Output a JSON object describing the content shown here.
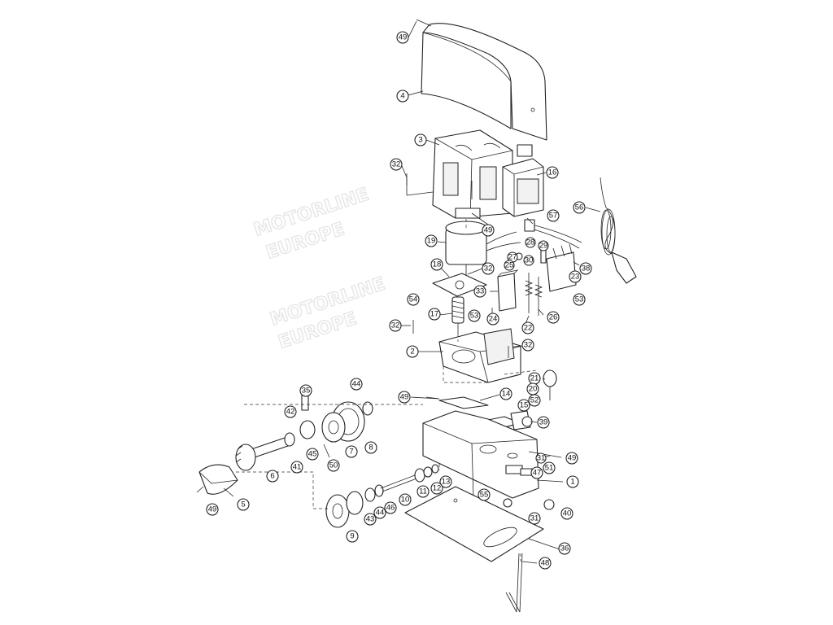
{
  "watermark": {
    "brand_line1": "MOTORLINE",
    "brand_line2": "EUROPE"
  },
  "callouts": {
    "c49a": "49",
    "c4": "4",
    "c3": "3",
    "c32a": "32",
    "c16": "16",
    "c49b": "49",
    "c56": "56",
    "c57": "57",
    "c19": "19",
    "c28": "28",
    "c29": "29",
    "c27": "27",
    "c30": "30",
    "c25": "25",
    "c38": "38",
    "c18": "18",
    "c32b": "32",
    "c23": "23",
    "c33": "33",
    "c54": "54",
    "c53a": "53",
    "c53b": "53",
    "c17": "17",
    "c24": "24",
    "c26": "26",
    "c32c": "32",
    "c22": "22",
    "c2": "2",
    "c32d": "32",
    "c21": "21",
    "c20": "20",
    "c35": "35",
    "c44a": "44",
    "c49c": "49",
    "c14": "14",
    "c52": "52",
    "c15": "15",
    "c42": "42",
    "c39": "39",
    "c45": "45",
    "c7": "7",
    "c8": "8",
    "c41": "41",
    "c50": "50",
    "c6": "6",
    "c49d": "49",
    "c31a": "31",
    "c51": "51",
    "c47": "47",
    "c13": "13",
    "c12": "12",
    "c11": "11",
    "c10": "10",
    "c1": "1",
    "c55": "55",
    "c5": "5",
    "c49e": "49",
    "c44b": "44",
    "c46": "46",
    "c43": "43",
    "c40": "40",
    "c31b": "31",
    "c9": "9",
    "c36": "36",
    "c48": "48"
  }
}
